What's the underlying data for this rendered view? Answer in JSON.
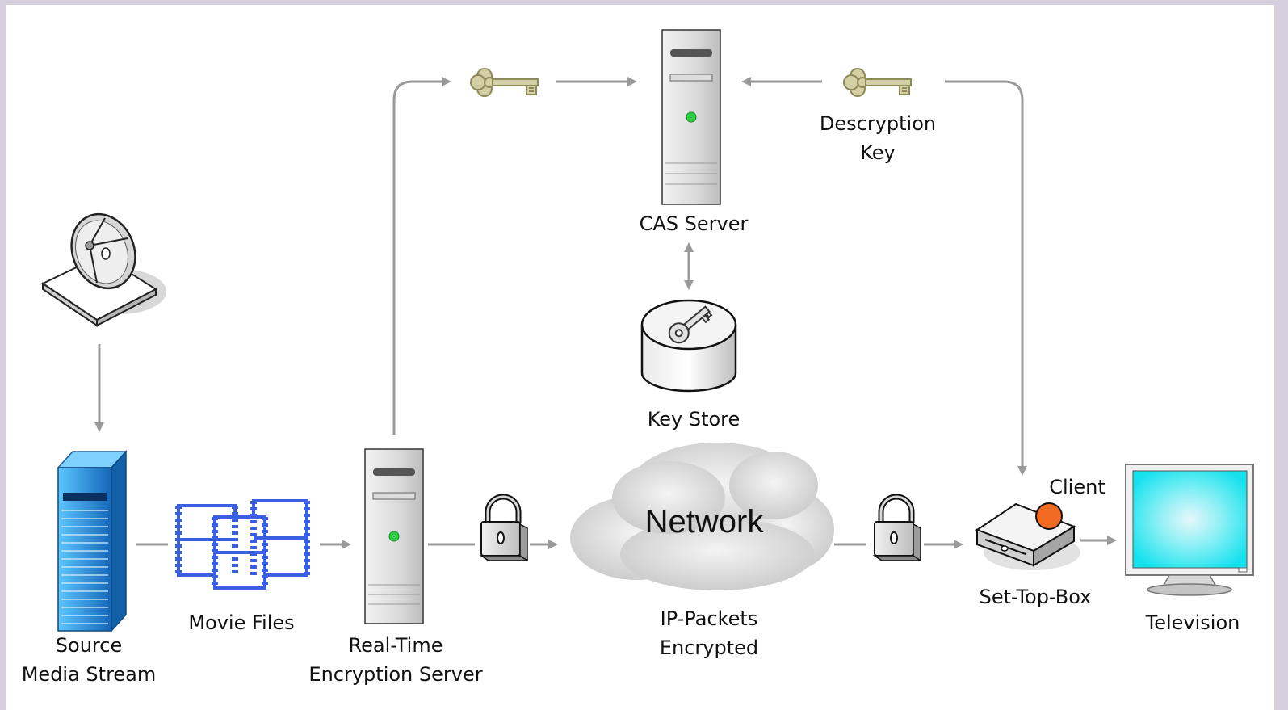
{
  "labels": {
    "source_line1": "Source",
    "source_line2": "Media Stream",
    "movie_files": "Movie Files",
    "encryption_line1": "Real-Time",
    "encryption_line2": "Encryption Server",
    "cas_server": "CAS Server",
    "key_store": "Key Store",
    "description_line1": "Descryption",
    "description_line2": "Key",
    "network": "Network",
    "packets_line1": "IP-Packets",
    "packets_line2": "Encrypted",
    "client": "Client",
    "set_top_box": "Set-Top-Box",
    "television": "Television"
  },
  "icons": {
    "satellite": "satellite-dish-icon",
    "source_server": "server-rack-icon",
    "movie": "film-strip-icon",
    "encryption_server": "tower-server-icon",
    "cas_server": "tower-server-icon",
    "key_store": "database-key-icon",
    "key": "key-icon",
    "lock": "padlock-icon",
    "network": "cloud-icon",
    "set_top_box": "set-top-box-icon",
    "client_marker": "status-dot-icon",
    "television": "monitor-icon"
  },
  "colors": {
    "arrow": "#9a9a9a",
    "film": "#3a5fe0",
    "rack": "#2a8fd8",
    "power_led": "#2ecc40",
    "client_dot": "#f26a21",
    "tv_screen": "#18e3ee",
    "key": "#a8a47a"
  }
}
